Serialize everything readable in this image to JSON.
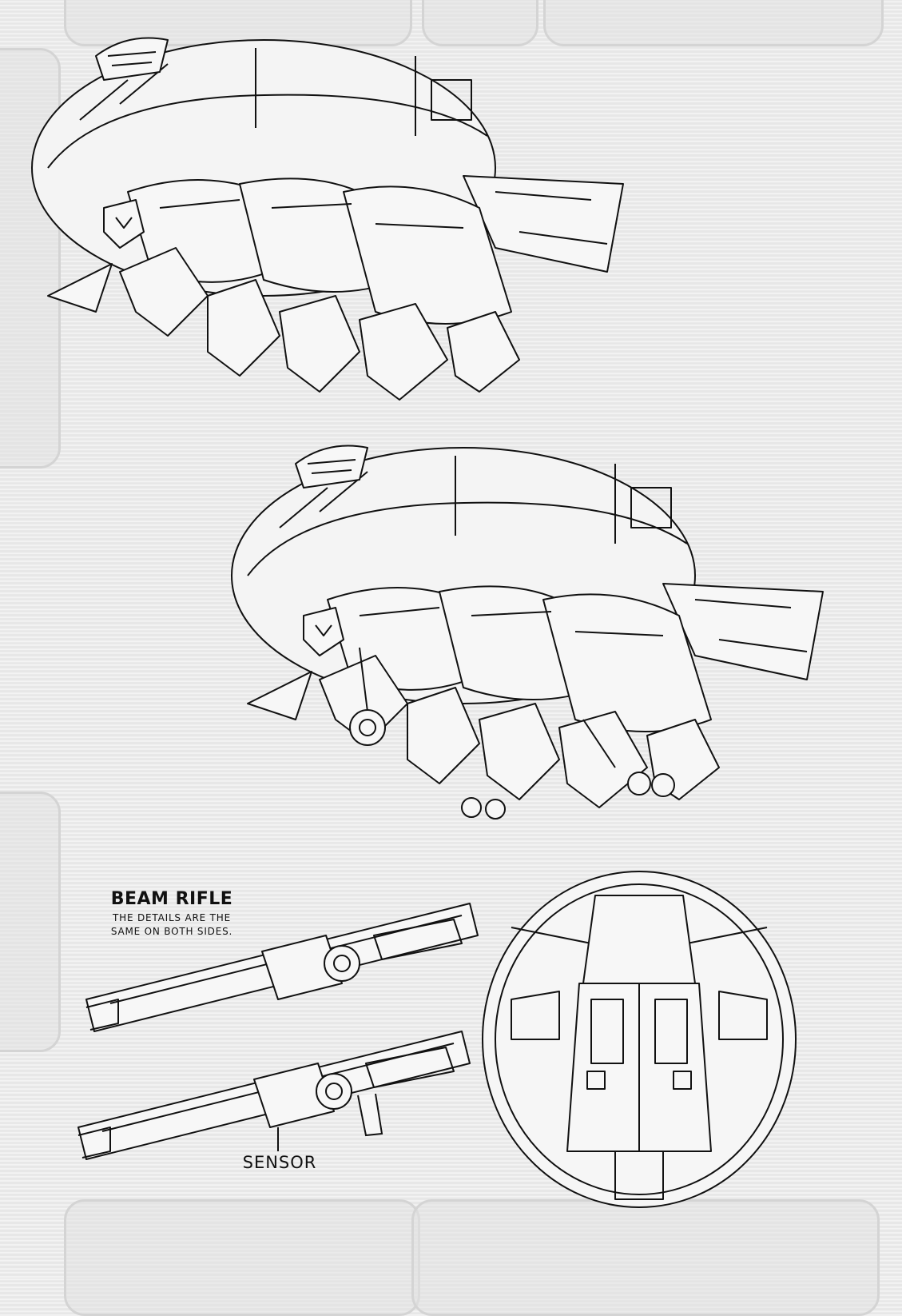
{
  "labels": {
    "beam_rifle_title": "BEAM RIFLE",
    "beam_rifle_note_line1": "THE DETAILS ARE THE",
    "beam_rifle_note_line2": "SAME ON BOTH SIDES.",
    "sensor_callout": "SENSOR"
  },
  "drawings": {
    "top_view_1": "ship-icon",
    "top_view_2": "ship-with-landing-gear-icon",
    "rifle_upper": "beam-rifle-icon",
    "rifle_lower": "beam-rifle-with-grip-icon",
    "plan_view": "shield-plan-view-icon"
  },
  "colors": {
    "ink": "#111111",
    "paper": "#ececec",
    "panel": "#d4d4d4"
  }
}
